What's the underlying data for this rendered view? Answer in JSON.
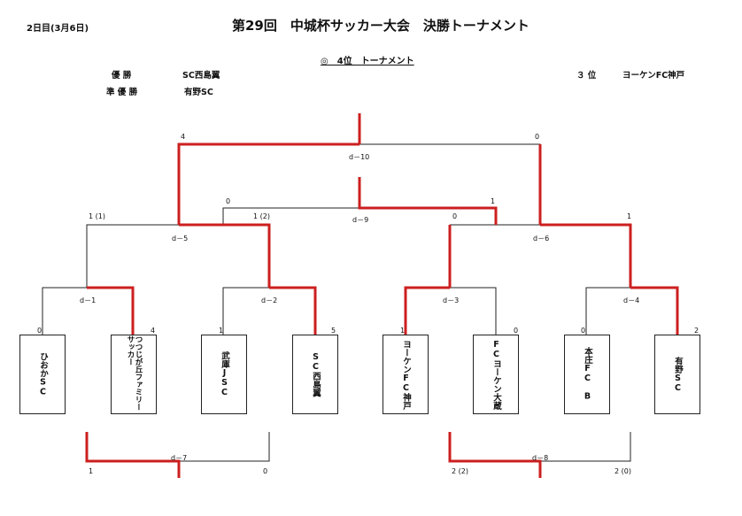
{
  "header": {
    "date": "2日目(3月6日)",
    "title": "第29回　中城杯サッカー大会　決勝トーナメント",
    "subtitle": "◎　4位　トーナメント"
  },
  "results": {
    "champion_label": "優 勝",
    "champion_team": "SC西島翼",
    "runner_label": "準 優 勝",
    "runner_team": "有野SC",
    "third_label": "３ 位",
    "third_team": "ヨーケンFC神戸"
  },
  "teams": [
    "ひおかSC",
    "つつじが丘ファミリーサッカー",
    "武庫JSC",
    "SC西島翼",
    "ヨーケンFC神戸",
    "FCヨーケン大蔵",
    "本庄FC　B",
    "有野SC"
  ],
  "matches": {
    "d1": {
      "label": "d－1",
      "left_score": "0",
      "right_score": "4"
    },
    "d2": {
      "label": "d－2",
      "left_score": "1",
      "right_score": "5"
    },
    "d3": {
      "label": "d－3",
      "left_score": "1",
      "right_score": "0"
    },
    "d4": {
      "label": "d－4",
      "left_score": "0",
      "right_score": "2"
    },
    "d5": {
      "label": "d－5",
      "left_score": "1 (1)",
      "right_score": "1 (2)"
    },
    "d6": {
      "label": "d－6",
      "left_score": "0",
      "right_score": "1"
    },
    "d7": {
      "label": "d－7",
      "left_score": "1",
      "right_score": "0"
    },
    "d8": {
      "label": "d－8",
      "left_score": "2 (2)",
      "right_score": "2 (0)"
    },
    "d9": {
      "label": "d－9",
      "left_score": "0",
      "right_score": "1"
    },
    "d10": {
      "label": "d－10",
      "left_score": "4",
      "right_score": "0"
    }
  },
  "colors": {
    "winner_line": "#cc1f1f",
    "line": "#222222"
  }
}
